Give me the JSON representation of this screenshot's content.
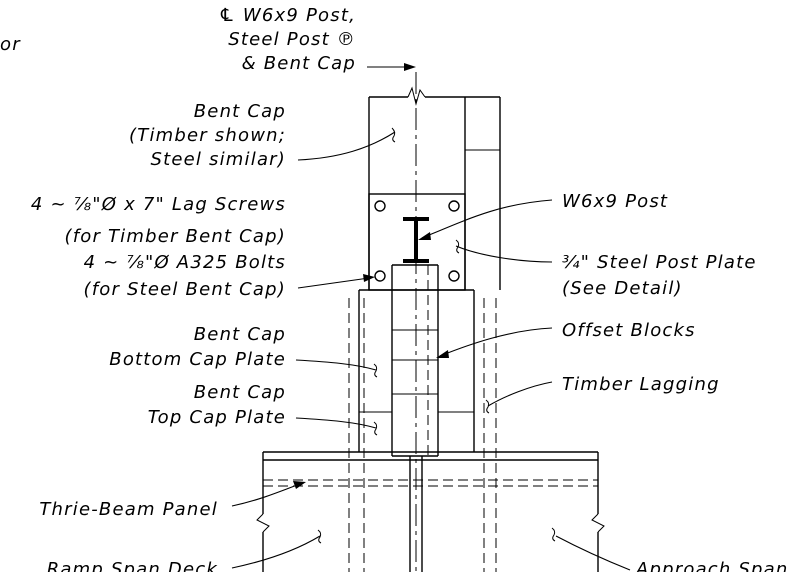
{
  "labels": {
    "centerline_1": "℄ W6x9 Post,",
    "centerline_2": "Steel Post ℗",
    "centerline_3": "& Bent Cap",
    "partial_top_left": "or",
    "bent_cap_1": "Bent Cap",
    "bent_cap_2": "(Timber shown;",
    "bent_cap_3": "Steel similar)",
    "fasteners_1": "4 ~ ⅞\"Ø x 7\" Lag Screws",
    "fasteners_2": "(for Timber Bent Cap)",
    "fasteners_3": "4 ~ ⅞\"Ø A325 Bolts",
    "fasteners_4": "(for Steel Bent Cap)",
    "bottom_plate_1": "Bent Cap",
    "bottom_plate_2": "Bottom Cap Plate",
    "top_plate_1": "Bent Cap",
    "top_plate_2": "Top Cap Plate",
    "thrie_beam": "Thrie-Beam Panel",
    "ramp_span": "Ramp Span Deck",
    "post": "W6x9 Post",
    "post_plate_1": "¾\" Steel Post Plate",
    "post_plate_2": "(See Detail)",
    "offset_blocks": "Offset Blocks",
    "timber_lagging": "Timber Lagging",
    "approach_span": "Approach Span"
  }
}
